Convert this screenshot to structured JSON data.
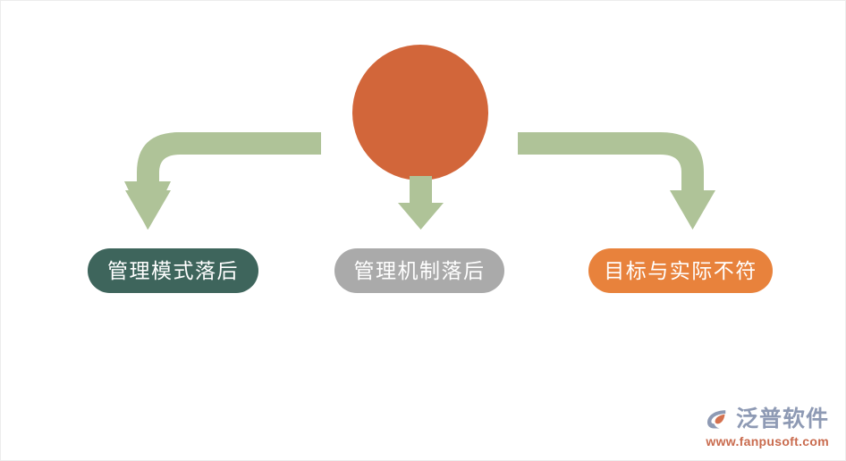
{
  "diagram": {
    "title": "",
    "type": "hub-and-spoke cause diagram",
    "background_color": "#ffffff",
    "hub": {
      "name": "central-node",
      "label": "",
      "shape": "circle",
      "color": "#d2663a"
    },
    "connectors": [
      {
        "name": "elbow-arrow-left",
        "style": "elbow-down-left",
        "color": "#afc398",
        "from": "central-node",
        "to": "outcome-1"
      },
      {
        "name": "straight-arrow-center",
        "style": "straight-down",
        "color": "#afc398",
        "from": "central-node",
        "to": "outcome-2"
      },
      {
        "name": "elbow-arrow-right",
        "style": "elbow-down-right",
        "color": "#afc398",
        "from": "central-node",
        "to": "outcome-3"
      }
    ],
    "outcomes": [
      {
        "id": "outcome-1",
        "label": "管理模式落后",
        "color": "#3e655c",
        "text_color": "#ffffff"
      },
      {
        "id": "outcome-2",
        "label": "管理机制落后",
        "color": "#aaaaaa",
        "text_color": "#ffffff"
      },
      {
        "id": "outcome-3",
        "label": "目标与实际不符",
        "color": "#e8823c",
        "text_color": "#ffffff"
      }
    ]
  },
  "watermark": {
    "brand": "泛普软件",
    "url": "www.fanpusoft.com",
    "brand_color": "#8e9ab4",
    "url_color": "#c96b4e",
    "logo_icon": "fanpu-logo-icon"
  }
}
